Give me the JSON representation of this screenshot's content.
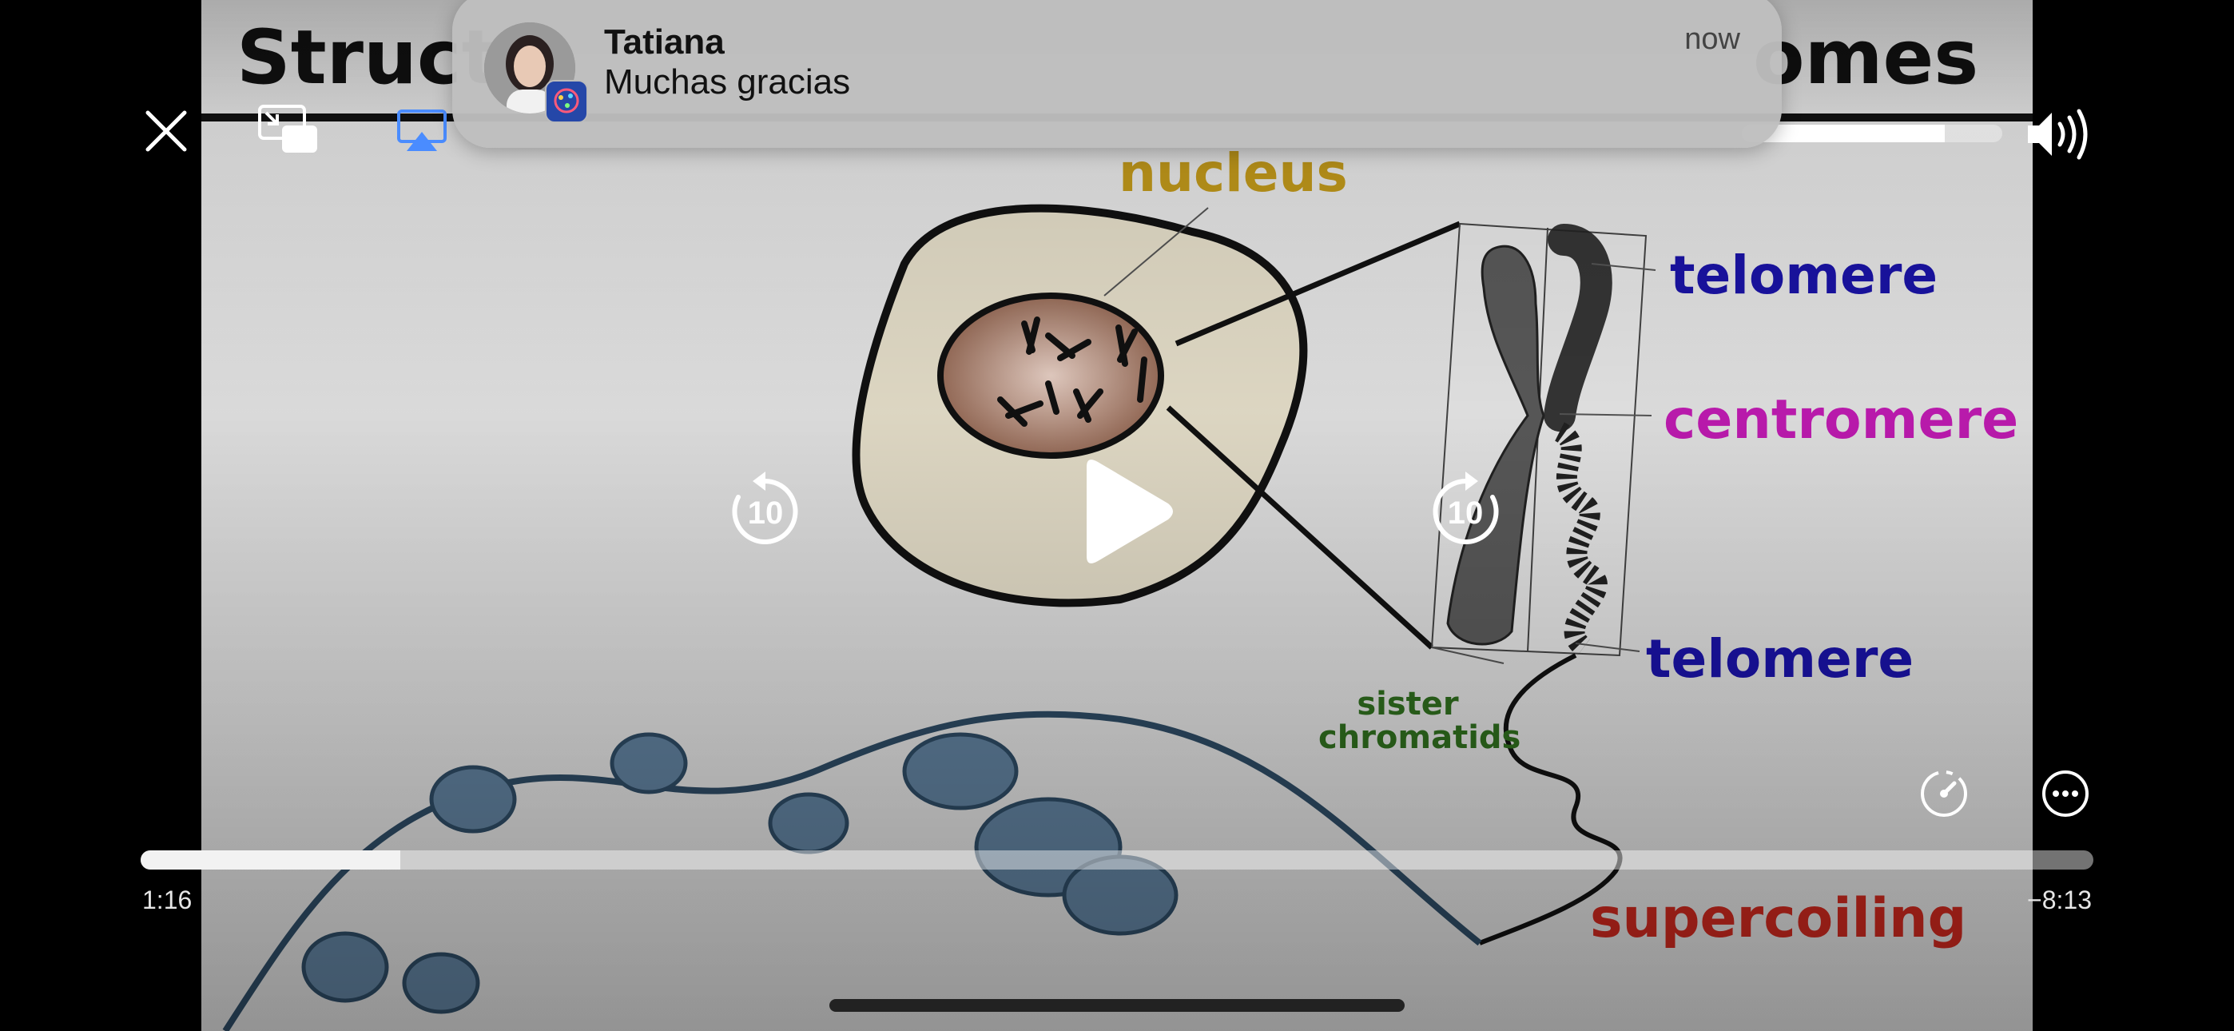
{
  "slide": {
    "title_left": "Struct",
    "title_right": "omes",
    "labels": {
      "nucleus": "nucleus",
      "telomere_top": "telomere",
      "centromere": "centromere",
      "telomere_bottom": "telomere",
      "sister_chromatids": [
        "sister",
        "chromatids"
      ],
      "supercoiling": "supercoiling"
    },
    "colors": {
      "nucleus": "#c39a1b",
      "telomere": "#1a13a8",
      "centromere": "#c21bb4",
      "sister_chromatids": "#2f6d1e",
      "supercoiling": "#c8281e"
    }
  },
  "controls": {
    "close_icon": "close-icon",
    "pip_icon": "picture-in-picture-icon",
    "airplay_icon": "airplay-icon",
    "volume_icon": "speaker-volume-icon",
    "volume_level": 0.78,
    "skip_back_label": "10",
    "skip_forward_label": "10",
    "play_icon": "play-icon",
    "playback_speed_icon": "playback-speed-icon",
    "more_icon": "ellipsis-circle-icon"
  },
  "notification": {
    "sender": "Tatiana",
    "message": "Muchas gracias",
    "time": "now",
    "app_icon": "messaging-app-icon"
  },
  "progress": {
    "elapsed": "1:16",
    "remaining": "−8:13",
    "fraction": 0.133
  }
}
